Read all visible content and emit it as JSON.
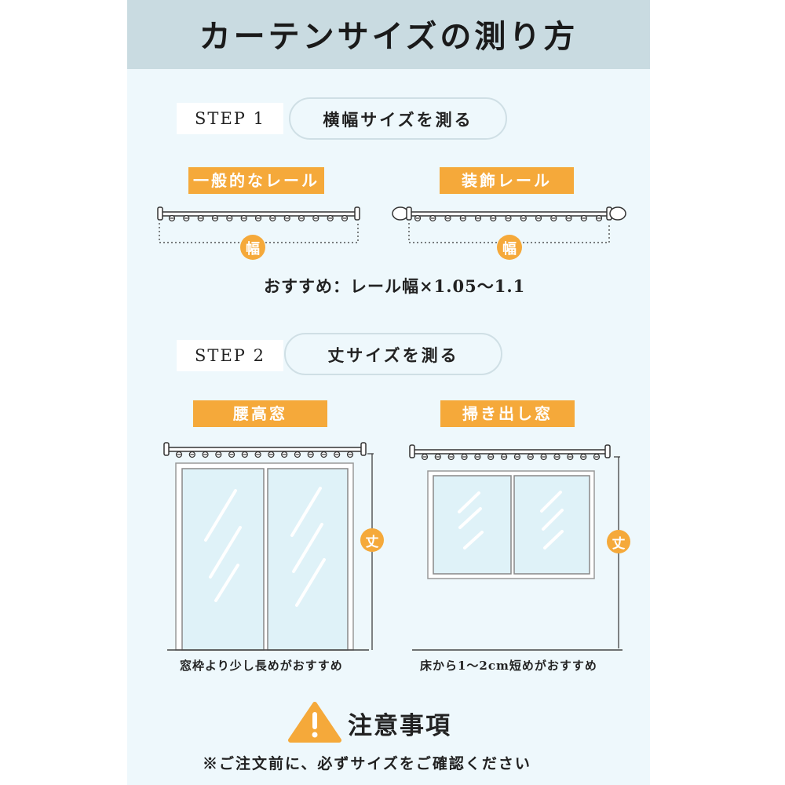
{
  "title": "カーテンサイズの測り方",
  "step1": {
    "label": "STEP 1",
    "heading": "横幅サイズを測る",
    "rail_general": "一般的なレール",
    "rail_decorative": "装飾レール",
    "width_mark": "幅",
    "recommendation": "おすすめ：レール幅×1.05〜1.1"
  },
  "step2": {
    "label": "STEP 2",
    "heading": "丈サイズを測る",
    "window_waist": "腰高窓",
    "window_sweep": "掃き出し窓",
    "length_mark": "丈",
    "note_waist": "窓枠より少し長めがおすすめ",
    "note_sweep": "床から1〜2cm短めがおすすめ"
  },
  "caution": {
    "icon": "warning-icon",
    "heading": "注意事項",
    "message": "※ご注文前に、必ずサイズをご確認ください"
  },
  "colors": {
    "accent": "#f5a93a",
    "panel": "#eef8fc",
    "header": "#c9dbe1",
    "glass": "#dff2f8"
  }
}
